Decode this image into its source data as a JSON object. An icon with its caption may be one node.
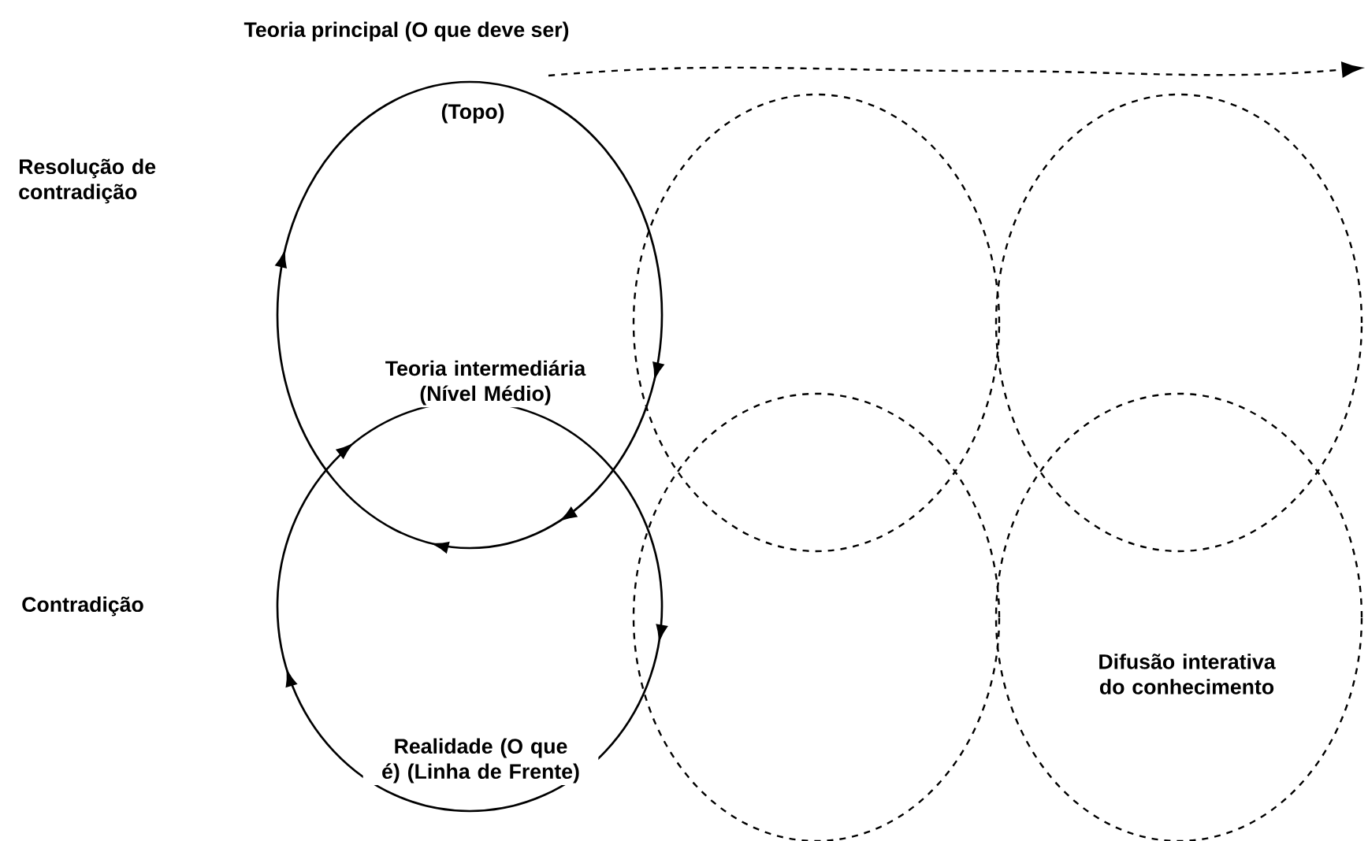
{
  "diagram": {
    "labels": [
      "Teoria principal (O que deve ser)",
      "(Topo)",
      "Resolução de contradição",
      "Teoria intermediária (Nível Médio)",
      "Contradição",
      "Realidade (O que é) (Linha de Frente)",
      "Difusão interativa do conhecimento"
    ]
  }
}
